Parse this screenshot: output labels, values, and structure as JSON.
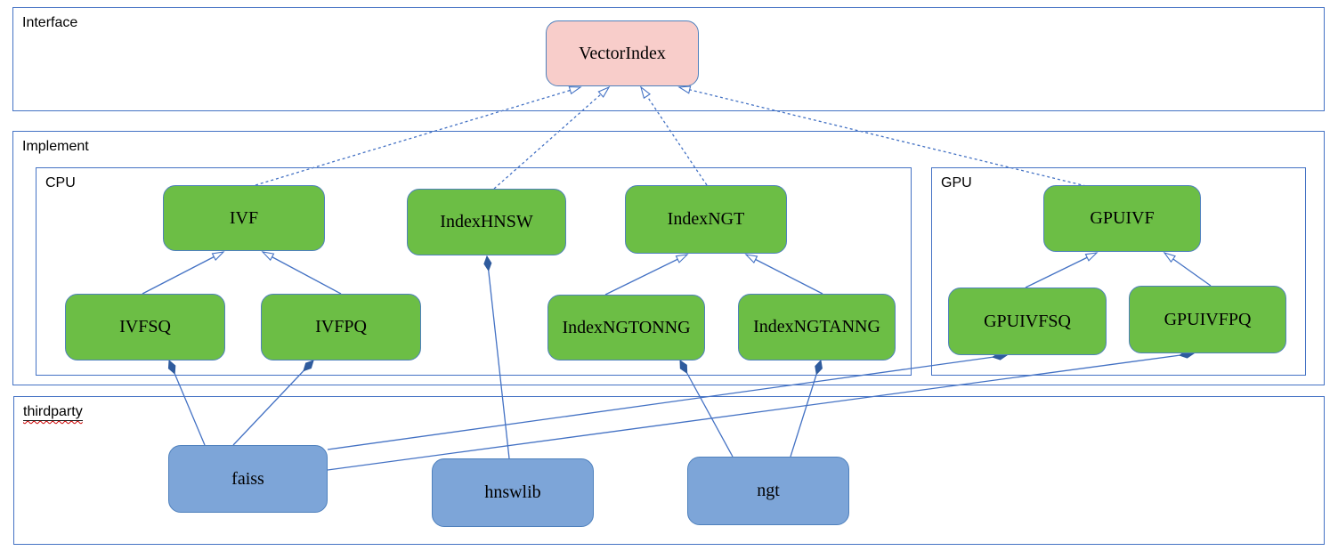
{
  "containers": {
    "interface": {
      "label": "Interface"
    },
    "implement": {
      "label": "Implement"
    },
    "cpu": {
      "label": "CPU"
    },
    "gpu": {
      "label": "GPU"
    },
    "thirdparty": {
      "label": "thirdparty"
    }
  },
  "nodes": {
    "vectorindex": {
      "label": "VectorIndex"
    },
    "ivf": {
      "label": "IVF"
    },
    "indexhnsw": {
      "label": "IndexHNSW"
    },
    "indexngt": {
      "label": "IndexNGT"
    },
    "gpuivf": {
      "label": "GPUIVF"
    },
    "ivfsq": {
      "label": "IVFSQ"
    },
    "ivfpq": {
      "label": "IVFPQ"
    },
    "indexngtonng": {
      "label": "IndexNGTONNG"
    },
    "indexngtanng": {
      "label": "IndexNGTANNG"
    },
    "gpuivfsq": {
      "label": "GPUIVFSQ"
    },
    "gpuivfpq": {
      "label": "GPUIVFPQ"
    },
    "faiss": {
      "label": "faiss"
    },
    "hnswlib": {
      "label": "hnswlib"
    },
    "ngt": {
      "label": "ngt"
    }
  },
  "relations": {
    "realizes_dashed_arrows": [
      [
        "IVF",
        "VectorIndex"
      ],
      [
        "IndexHNSW",
        "VectorIndex"
      ],
      [
        "IndexNGT",
        "VectorIndex"
      ],
      [
        "GPUIVF",
        "VectorIndex"
      ]
    ],
    "extends_hollow_arrows": [
      [
        "IVFSQ",
        "IVF"
      ],
      [
        "IVFPQ",
        "IVF"
      ],
      [
        "IndexNGTONNG",
        "IndexNGT"
      ],
      [
        "IndexNGTANNG",
        "IndexNGT"
      ],
      [
        "GPUIVFSQ",
        "GPUIVF"
      ],
      [
        "GPUIVFPQ",
        "GPUIVF"
      ]
    ],
    "composition_diamond_links": [
      [
        "faiss",
        "IVFSQ"
      ],
      [
        "faiss",
        "IVFPQ"
      ],
      [
        "faiss",
        "GPUIVFSQ"
      ],
      [
        "faiss",
        "GPUIVFPQ"
      ],
      [
        "hnswlib",
        "IndexHNSW"
      ],
      [
        "ngt",
        "IndexNGTONNG"
      ],
      [
        "ngt",
        "IndexNGTANNG"
      ]
    ]
  },
  "colors": {
    "interface_fill": "#f8cdca",
    "impl_fill": "#6cbe45",
    "thirdparty_fill": "#7da5d8",
    "node_border": "#4f81bd",
    "container_border": "#4472c4",
    "edge": "#4472c4",
    "diamond_fill": "#2f5b9d",
    "spellcheck": "#cc0000"
  }
}
